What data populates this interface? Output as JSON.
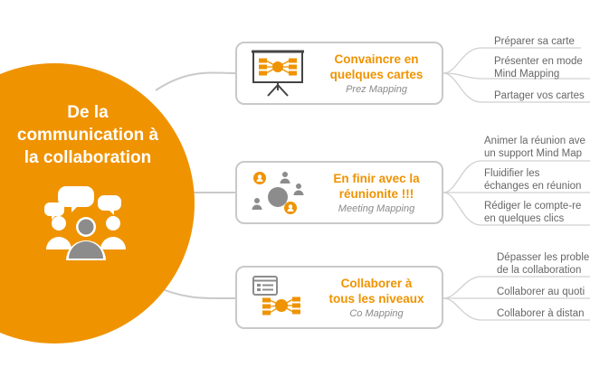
{
  "hub": {
    "title_lines": [
      "De la",
      "communication à",
      "la collaboration"
    ]
  },
  "branches": [
    {
      "title_lines": [
        "Convaincre en",
        "quelques cartes"
      ],
      "subtitle": "Prez Mapping",
      "icon": "presentation-board-icon",
      "items": [
        {
          "lines": [
            "Préparer sa carte"
          ]
        },
        {
          "lines": [
            "Présenter en mode",
            "Mind Mapping"
          ]
        },
        {
          "lines": [
            "Partager vos cartes"
          ]
        }
      ]
    },
    {
      "title_lines": [
        "En finir avec la",
        "réunionite !!!"
      ],
      "subtitle": "Meeting Mapping",
      "icon": "meeting-people-icon",
      "items": [
        {
          "lines": [
            "Animer la réunion ave",
            "un support Mind Map"
          ]
        },
        {
          "lines": [
            "Fluidifier les",
            "échanges en réunion"
          ]
        },
        {
          "lines": [
            "Rédiger le compte-re",
            "en quelques clics"
          ]
        }
      ]
    },
    {
      "title_lines": [
        "Collaborer à",
        "tous les niveaux"
      ],
      "subtitle": "Co Mapping",
      "icon": "shared-mindmap-icon",
      "items": [
        {
          "lines": [
            "Dépasser les proble",
            "de la collaboration"
          ]
        },
        {
          "lines": [
            "Collaborer au quoti"
          ]
        },
        {
          "lines": [
            "Collaborer à distan"
          ]
        }
      ]
    }
  ],
  "colors": {
    "accent": "#ef9300",
    "line": "#c9c9c9",
    "text": "#666666",
    "subtitle": "#8a8a8a",
    "icon_gray": "#8c8c8c"
  }
}
